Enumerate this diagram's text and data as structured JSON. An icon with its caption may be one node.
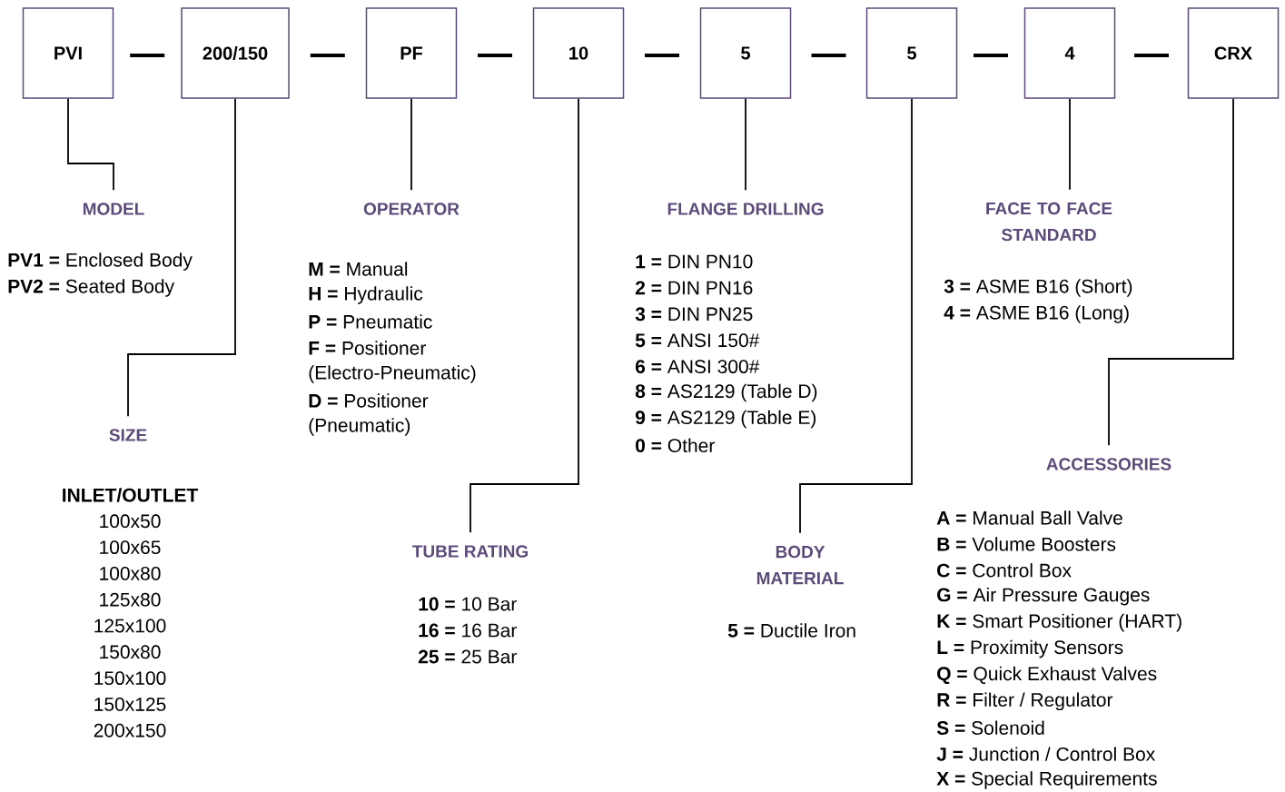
{
  "diagram": {
    "nodes": [
      {
        "text": [
          "PVI"
        ]
      },
      {
        "text": [
          "200/150"
        ]
      },
      {
        "text": [
          "PF"
        ]
      },
      {
        "text": [
          "10"
        ]
      },
      {
        "text": [
          "5"
        ]
      },
      {
        "text": [
          "5"
        ]
      },
      {
        "text": [
          "4"
        ]
      },
      {
        "text": [
          "CRX"
        ]
      },
      {
        "text": [
          "MODEL"
        ],
        "beside": [
          "**PV1 =** Enclosed Body",
          "**PV2 =** Seated Body"
        ]
      },
      {
        "text": [
          "SIZE"
        ],
        "beside": [
          "INLET/OUTLET",
          "100x50",
          "100x65",
          "100x80",
          "125x80",
          "125x100",
          "150x80",
          "150x100",
          "150x125",
          "200x150"
        ]
      },
      {
        "text": [
          "OPERATOR"
        ],
        "beside": [
          "**M =** Manual",
          "**H =** Hydraulic",
          "**P =** Pneumatic",
          "**F =** Positioner",
          "(Electro-Pneumatic)",
          "**D =** Positioner",
          "(Pneumatic)"
        ]
      },
      {
        "text": [
          "TUBE RATING"
        ],
        "beside": [
          "**10 =** 10 Bar",
          "**16 =** 16 Bar",
          "**25 =** 25 Bar"
        ]
      },
      {
        "text": [
          "FLANGE DRILLING"
        ],
        "beside": [
          "**1 =** DIN PN10",
          "**2 =** DIN PN16",
          "**3 =** DIN PN25",
          "**5 =** ANSI 150#",
          "**6 =** ANSI 300#",
          "**8 =** AS2129 (Table D)",
          "**9 =** AS2129 (Table E)",
          "**0 =** Other"
        ]
      },
      {
        "text": [
          "BODY MATERIAL"
        ],
        "beside": [
          "**5 =** Ductile Iron"
        ]
      },
      {
        "text": [
          "FACE TO FACE STANDARD"
        ],
        "beside": [
          "**3 =** ASME B16 (Short)",
          "**4 =** ASME B16 (Long)"
        ]
      },
      {
        "text": [
          "ACCESSORIES"
        ],
        "beside": [
          "**A =** Manual Ball Valve",
          "**B =** Volume Boosters",
          "**C =** Control Box",
          "**G =** Air Pressure Gauges",
          "**K =** Smart Positioner (HART)",
          "**L =** Proximity Sensors",
          "**Q =** Quick Exhaust Valves",
          "**R =** Filter / Regulator",
          "**S =** Solenoid",
          "**J =** Junction / Control Box",
          "**X =** Special Requirements"
        ]
      }
    ],
    "edges": [
      {
        "from": 0,
        "to": 8,
        "arrow": "none"
      },
      {
        "from": 1,
        "to": 9,
        "arrow": "none"
      },
      {
        "from": 2,
        "to": 10,
        "arrow": "none"
      },
      {
        "from": 3,
        "to": 11,
        "arrow": "none"
      },
      {
        "from": 4,
        "to": 12,
        "arrow": "none"
      },
      {
        "from": 5,
        "to": 13,
        "arrow": "none"
      },
      {
        "from": 6,
        "to": 14,
        "arrow": "none"
      },
      {
        "from": 7,
        "to": 15,
        "arrow": "none"
      }
    ]
  }
}
